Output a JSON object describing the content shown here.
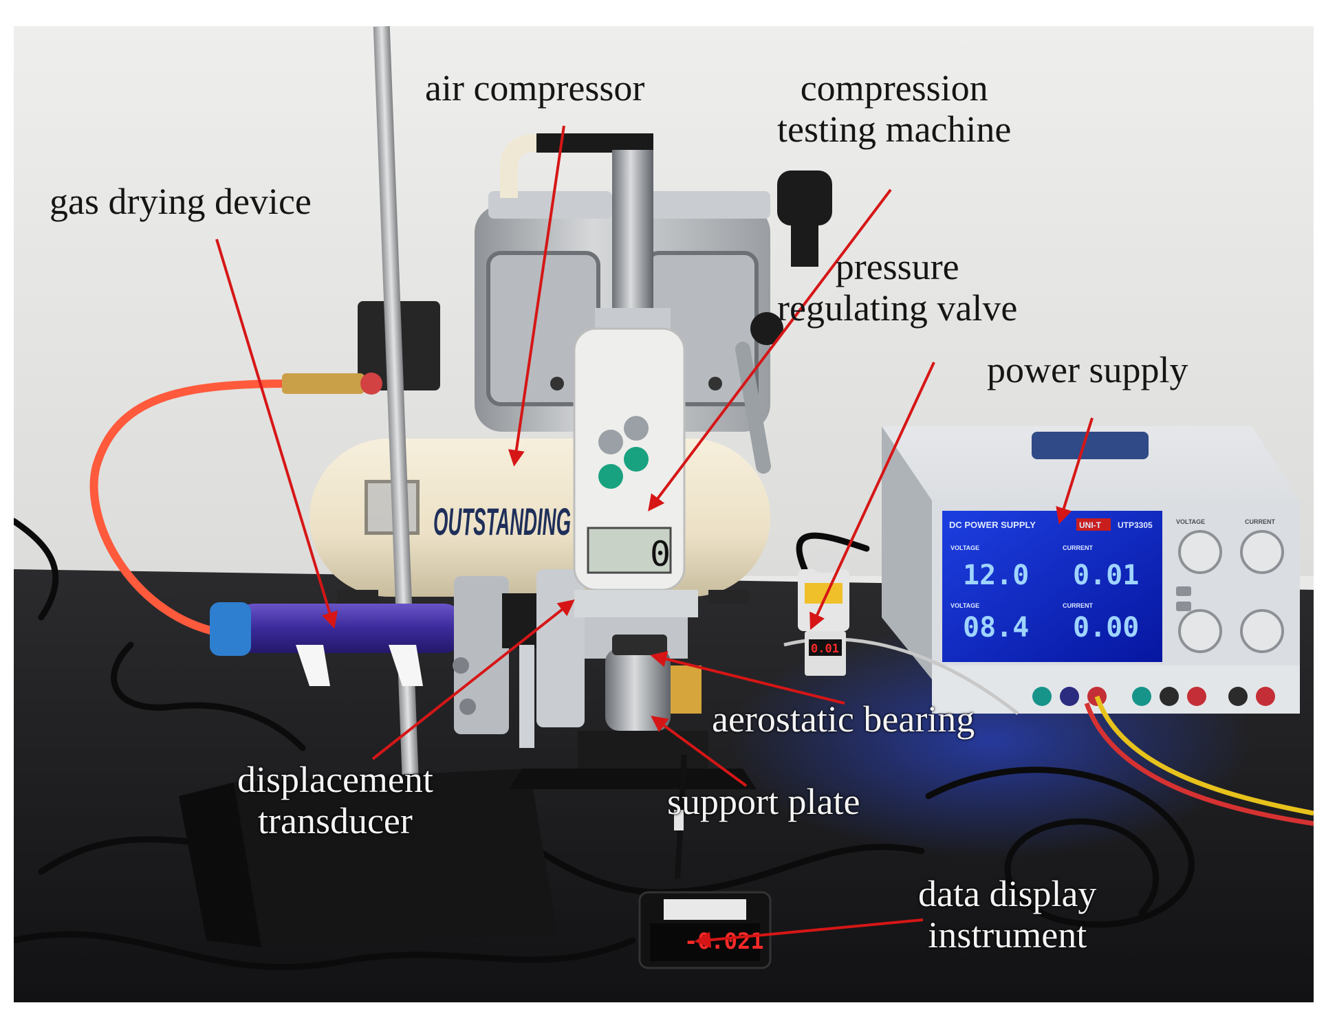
{
  "labels": {
    "air_compressor": "air compressor",
    "compression_testing_machine_line1": "compression",
    "compression_testing_machine_line2": "testing machine",
    "gas_drying_device": "gas drying device",
    "pressure_regulating_valve_line1": "pressure",
    "pressure_regulating_valve_line2": "regulating valve",
    "power_supply": "power supply",
    "aerostatic_bearing": "aerostatic bearing",
    "displacement_transducer_line1": "displacement",
    "displacement_transducer_line2": "transducer",
    "support_plate": "support plate",
    "data_display_instrument_line1": "data display",
    "data_display_instrument_line2": "instrument"
  },
  "power_supply_panel": {
    "title": "DC POWER SUPPLY",
    "brand": "UNI-T",
    "model": "UTP3305",
    "ch1_voltage_caption": "VOLTAGE",
    "ch1_current_caption": "CURRENT",
    "ch1_voltage": "12.0",
    "ch1_current": "0.01",
    "ch2_voltage_caption": "VOLTAGE",
    "ch2_current_caption": "CURRENT",
    "ch2_voltage": "08.4",
    "ch2_current": "0.00",
    "knob_voltage_caption": "VOLTAGE",
    "knob_current_caption": "CURRENT"
  },
  "force_gauge_reading": "0",
  "data_display_reading": "-0.021",
  "regulator_reading": "0.01",
  "compressor_brand": "OUTSTANDING",
  "colors": {
    "wall": "#e9e9e7",
    "bench": "#1d1d1f",
    "compressor_tank": "#efe6cf",
    "psu_screen": "#0a2cc8",
    "air_hose": "#ff5a3c",
    "annotation_arrow": "#d61616"
  }
}
